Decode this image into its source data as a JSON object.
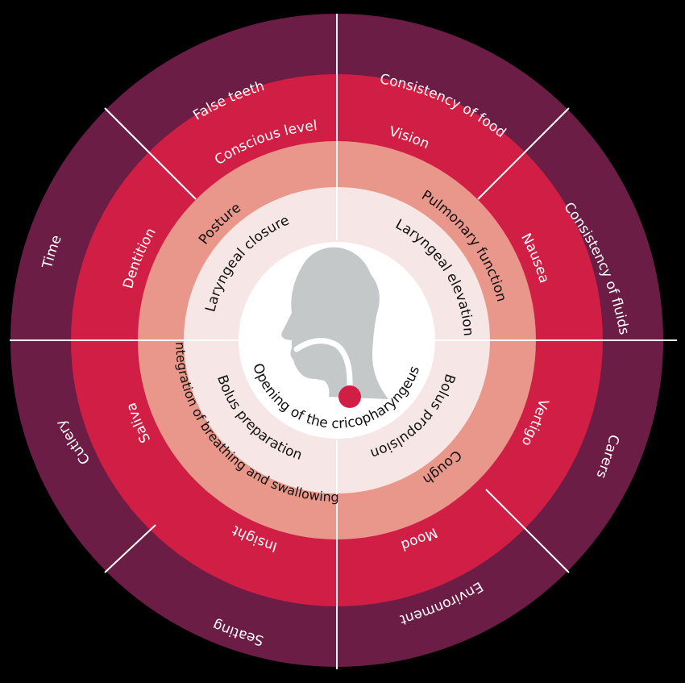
{
  "colors": {
    "background": "#000000",
    "outer": "#6b1d45",
    "middle": "#d11e45",
    "inner": "#e8978a",
    "core": "#f7e6e6",
    "center": "#ffffff",
    "divider": "#ffffff",
    "head": "#c4c8c9",
    "dot": "#d11e45",
    "text_light": "#ffffff",
    "text_dark": "#111111"
  },
  "rings": {
    "outer": [
      "False teeth",
      "Consistency of food",
      "Consistency of fluids",
      "Carers",
      "Environment",
      "Seating",
      "Cutlery",
      "Time"
    ],
    "middle": [
      "Conscious level",
      "Vision",
      "Nausea",
      "Vertigo",
      "Mood",
      "Insight",
      "Saliva",
      "Dentition"
    ],
    "inner": [
      "Posture",
      "Pulmonary function",
      "Cough",
      "Integration of breathing and swallowing"
    ],
    "core": [
      "Laryngeal closure",
      "Laryngeal elevation",
      "Bolus propulsion",
      "Bolus preparation"
    ],
    "center": "Opening of the cricopharyngeus"
  }
}
